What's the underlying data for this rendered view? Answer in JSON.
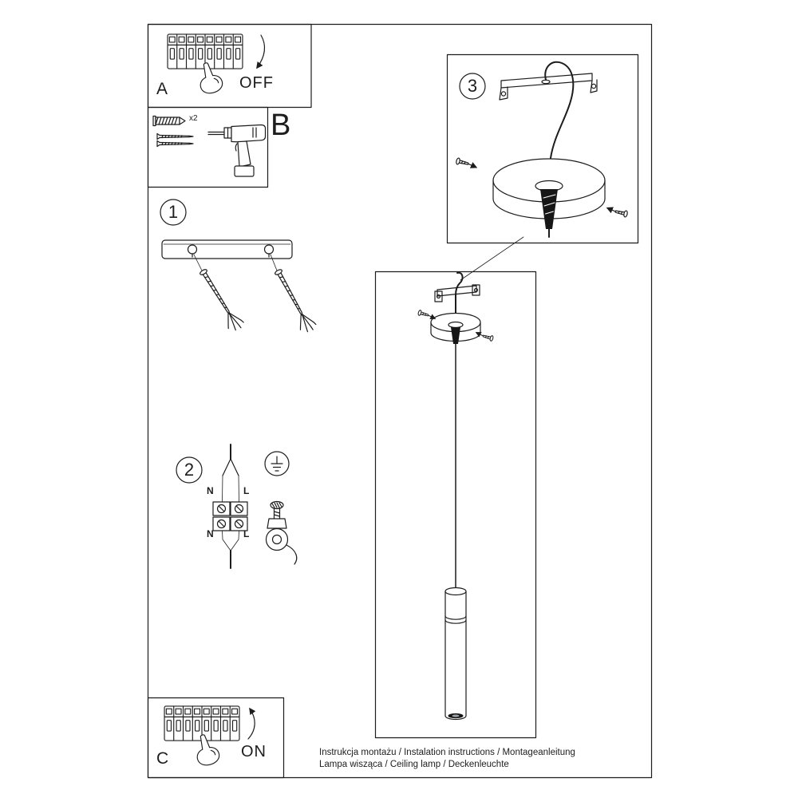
{
  "doc": {
    "panel_labels": {
      "a": "A",
      "b": "B",
      "c": "C"
    },
    "step_labels": {
      "one": "1",
      "two": "2",
      "three": "3"
    },
    "power": {
      "off": "OFF",
      "on": "ON"
    },
    "quantity": {
      "anchors": "x2"
    },
    "wiring": {
      "n_top": "N",
      "l_top": "L",
      "n_bottom": "N",
      "l_bottom": "L"
    },
    "footer": {
      "line1": "Instrukcja montażu / Instalation instructions / Montageanleitung",
      "line2": "Lampa wisząca / Ceiling lamp / Deckenleuchte"
    },
    "colors": {
      "ink": "#1d1d1d",
      "paper": "#ffffff"
    },
    "icon_names": [
      "breaker-panel-icon",
      "pointing-hand-icon",
      "off-arrow-icon",
      "on-arrow-icon",
      "wall-anchor-icon",
      "screw-icon",
      "drill-icon",
      "mounting-strip-icon",
      "screw-anchor-icon",
      "ceiling-bracket-icon",
      "power-cable-icon",
      "canopy-icon",
      "strain-relief-cone-icon",
      "pendant-lamp-icon",
      "terminal-block-icon",
      "earth-symbol-icon",
      "cable-clamp-icon"
    ]
  }
}
